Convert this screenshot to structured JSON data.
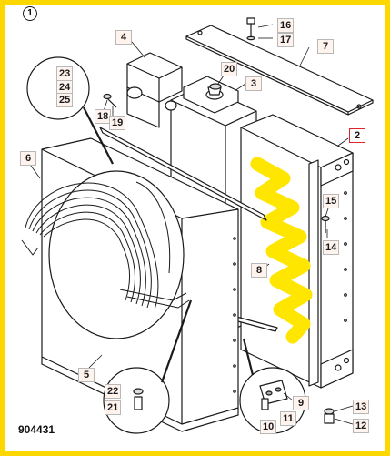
{
  "figure": {
    "reference_number": "1",
    "drawing_code": "904431",
    "accent_color": "#ffd700",
    "highlight_color": "#ffe600",
    "callout_highlight_color": "#e3242b"
  },
  "callouts": {
    "c2": "2",
    "c3": "3",
    "c4": "4",
    "c5": "5",
    "c6": "6",
    "c7": "7",
    "c8": "8",
    "c9": "9",
    "c10": "10",
    "c11": "11",
    "c12": "12",
    "c13": "13",
    "c14": "14",
    "c15": "15",
    "c16": "16",
    "c17": "17",
    "c18": "18",
    "c19": "19",
    "c20": "20",
    "c21": "21",
    "c22": "22",
    "c23": "23",
    "c24": "24",
    "c25": "25"
  },
  "parts": {
    "highlighted_part": "2",
    "shapes": [
      "cooler-core-highlighted",
      "radiator-core",
      "top-tank",
      "cover-plate",
      "fan-shroud",
      "fan-guard-mesh",
      "side-frame",
      "tie-rod"
    ]
  }
}
